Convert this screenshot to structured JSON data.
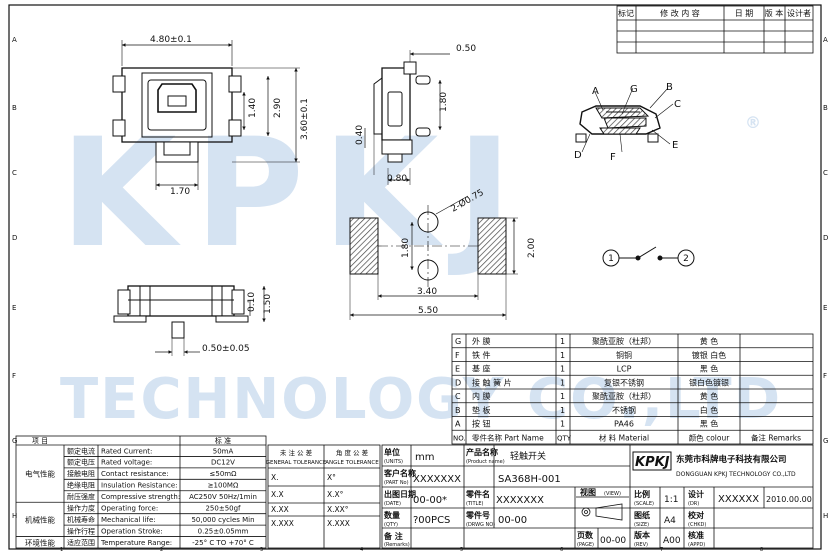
{
  "border": {
    "rows": [
      "A",
      "B",
      "C",
      "D",
      "E",
      "F",
      "G",
      "H"
    ],
    "cols": [
      "1",
      "2",
      "3",
      "4",
      "5",
      "6",
      "7",
      "8"
    ]
  },
  "revision_block": {
    "headers": [
      "标记",
      "修 改 内 容",
      "日 期",
      "版 本",
      "设计者"
    ]
  },
  "watermark": {
    "top": "KPKJ",
    "bottom": "TECHNOLOGY CO.,LTD",
    "reg": "®"
  },
  "dimensions": {
    "top_width": "4.80±0.1",
    "top_h1": "1.40",
    "top_h2": "2.90",
    "top_h3": "3.60±0.1",
    "top_bottom": "1.70",
    "side_top": "0.50",
    "side_h": "1.80",
    "side_left": "0.40",
    "side_bottom": "0.80",
    "front_h1": "0.10",
    "front_h2": "1.50",
    "front_bottom": "0.50±0.05",
    "pad_holes": "2-Ø0.75",
    "pad_h1": "1.80",
    "pad_h2": "2.00",
    "pad_inner": "3.40",
    "pad_outer": "5.50"
  },
  "part_labels": [
    "A",
    "B",
    "C",
    "D",
    "E",
    "F",
    "G"
  ],
  "schematic": {
    "p1": "1",
    "p2": "2"
  },
  "bom": {
    "rows": [
      {
        "id": "G",
        "name": "外    膜",
        "qty": "1",
        "material": "聚酰亚胺（杜邦）",
        "colour": "黄   色"
      },
      {
        "id": "F",
        "name": "铁       件",
        "qty": "1",
        "material": "铜铜",
        "colour": "镀银   白色"
      },
      {
        "id": "E",
        "name": "基       座",
        "qty": "1",
        "material": "LCP",
        "colour": "黑   色"
      },
      {
        "id": "D",
        "name": "接 触 簧 片",
        "qty": "1",
        "material": "复银不锈钢",
        "colour": "银白色镀银"
      },
      {
        "id": "C",
        "name": "内       膜",
        "qty": "1",
        "material": "聚酰亚胺（杜邦）",
        "colour": "黄   色"
      },
      {
        "id": "B",
        "name": "垫       板",
        "qty": "1",
        "material": "不锈钢",
        "colour": "白   色"
      },
      {
        "id": "A",
        "name": "按       钮",
        "qty": "1",
        "material": "PA46",
        "colour": "黑   色"
      }
    ],
    "header": {
      "no": "NO.",
      "name": "零件名称 Part Name",
      "qty": "QTY",
      "material": "材 料  Material",
      "colour": "颜色  colour",
      "remarks": "备注  Remarks"
    }
  },
  "spec": {
    "header_item": "项    目",
    "header_std": "标    准",
    "groups": [
      {
        "label": "电气性能",
        "rows": [
          {
            "cn": "额定电流",
            "en": "Rated Current:",
            "std": "50mA"
          },
          {
            "cn": "额定电压",
            "en": "Rated voltage:",
            "std": "DC12V"
          },
          {
            "cn": "接触电阻",
            "en": "Contact resistance:",
            "std": "≤50mΩ"
          },
          {
            "cn": "绝缘电阻",
            "en": "Insulation Resistance:",
            "std": "≥100MΩ"
          },
          {
            "cn": "耐压强度",
            "en": "Compressive strength:",
            "std": "AC250V  50Hz/1min"
          }
        ]
      },
      {
        "label": "机械性能",
        "rows": [
          {
            "cn": "操作力度",
            "en": "Operating force:",
            "std": "250±50gf"
          },
          {
            "cn": "机械寿命",
            "en": "Mechanical life:",
            "std": "50,000 cycles Min"
          },
          {
            "cn": "操作行程",
            "en": "Operation Stroke:",
            "std": "0.25±0.05mm"
          }
        ]
      },
      {
        "label": "环境性能",
        "rows": [
          {
            "cn": "适应范围",
            "en": "Temperature Range:",
            "std": "-25° C TO +70° C"
          }
        ]
      }
    ]
  },
  "tolerance": {
    "general_cn": "未 注 公 差",
    "general_en": "GENERAL TOLERANCE",
    "angle_cn": "角 度 公 差",
    "angle_en": "ANGLE TOLERANCE",
    "rows": [
      {
        "a": "X.",
        "b": "X°"
      },
      {
        "a": "X.X",
        "b": "X.X°"
      },
      {
        "a": "X.XX",
        "b": "X.XX°"
      },
      {
        "a": "X.XXX",
        "b": "X.XXX"
      }
    ]
  },
  "title_block": {
    "unit_label": "单位",
    "unit_label_en": "(UNITS)",
    "unit_value": "mm",
    "customer_label": "客户名称",
    "customer_label_en": "(PART No)",
    "customer_value": "XXXXXXX",
    "product_label": "产品名称",
    "product_label_en": "(Product name)",
    "product_value": "轻触开关",
    "model_value": "SA368H-001",
    "logo": "KPKJ",
    "company_cn": "东莞市科牌电子科技有限公司",
    "company_en": "DONGGUAN KPKJ TECHNOLOGY CO.,LTD",
    "date_label": "出图日期",
    "date_label_en": "(DATE)",
    "date_value": "00-00*",
    "part_name_label": "零件名",
    "part_name_label_en": "(TITLE)",
    "part_name_value": "XXXXXXX",
    "view_label": "视图",
    "view_label_en": "(VIEW)",
    "qty_label": "数量",
    "qty_label_en": "(QTY)",
    "qty_value": "?00PCS",
    "drawing_no_label": "零件号",
    "drawing_no_label_en": "(DRWG NO)",
    "drawing_no_value": "00-00",
    "remark_label": "备 注",
    "remark_label_en": "(Remarks)",
    "page_label": "页数",
    "page_label_en": "(PAGE)",
    "page_value": "00-00",
    "scale_label": "比例",
    "scale_label_en": "(SCALE)",
    "scale_value": "1:1",
    "design_label": "设计",
    "design_label_en": "(DR)",
    "design_value": "XXXXXX",
    "design_date": "2010.00.00",
    "size_label": "图纸",
    "size_label_en": "(SIZE)",
    "size_value": "A4",
    "check_label": "校对",
    "check_label_en": "(CHKD)",
    "version_label": "版本",
    "version_label_en": "(REV)",
    "version_value": "A00",
    "approve_label": "核准",
    "approve_label_en": "(APPD)"
  }
}
